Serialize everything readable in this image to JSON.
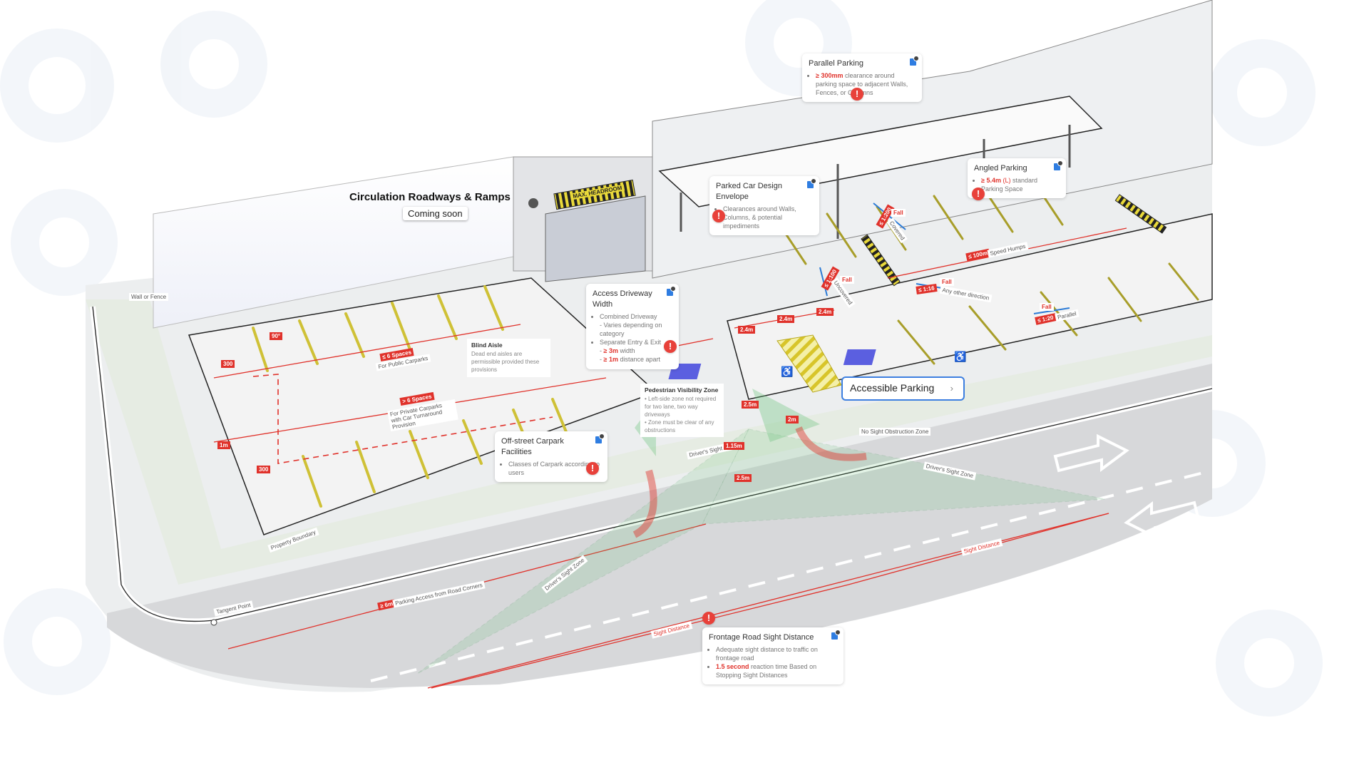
{
  "header": {
    "title": "Circulation Roadways & Ramps",
    "badge": "Coming soon"
  },
  "cards": {
    "parallel_parking": {
      "title": "Parallel Parking",
      "bullet_highlight": "≥ 300mm",
      "bullet_text": " clearance around parking space to adjacent Walls, Fences, or Columns"
    },
    "parked_car_envelope": {
      "title": "Parked Car Design Envelope",
      "bullet_text": "Clearances around Walls, Columns, & potential impediments"
    },
    "angled_parking": {
      "title": "Angled Parking",
      "bullet_highlight": "≥ 5.4m",
      "bullet_highlight2": " (L)",
      "bullet_text": " standard Parking Space"
    },
    "access_driveway": {
      "title": "Access Driveway Width",
      "b1": "Combined Driveway",
      "b1_sub": "- Varies depending on category",
      "b2": "Separate Entry & Exit",
      "b2_sub1_hl": "≥ 3m",
      "b2_sub1": " width",
      "b2_sub2_hl": "≥ 1m",
      "b2_sub2": " distance apart"
    },
    "offstreet_facilities": {
      "title": "Off-street Carpark Facilities",
      "bullet_text": "Classes of Carpark according to users"
    },
    "frontage_sight": {
      "title": "Frontage Road Sight Distance",
      "b1": "Adequate sight distance to traffic on frontage road",
      "b2_hl": "1.5 second",
      "b2": " reaction time Based on Stopping Sight Distances"
    }
  },
  "notes": {
    "blind_aisle": {
      "title": "Blind Aisle",
      "text": "Dead end aisles are permissible provided these provisions"
    },
    "pedestrian_zone": {
      "title": "Pedestrian Visibility Zone",
      "b1": "Left-side zone not required for two lane, two way driveways",
      "b2": "Zone must be clear of any obstructions"
    }
  },
  "accessible_button": {
    "label": "Accessible Parking",
    "chevron": "›"
  },
  "labels": {
    "wall_fence": "Wall or Fence",
    "public_tag": "≤ 6 Spaces",
    "public_text": "For Public Carparks",
    "private_tag": "> 6 Spaces",
    "private_text": "For Private Carparks with Car Turnaround Provision",
    "angle90": "90°",
    "d300a": "300",
    "d300b": "300",
    "d1m": "1m",
    "property_boundary": "Property Boundary",
    "tangent_point": "Tangent Point",
    "parking_access_tag": "≥ 6m",
    "parking_access_text": "Parking Access from Road Corners",
    "sight_distance_left": "Sight Distance",
    "sight_distance_right": "Sight Distance",
    "drivers_sight_zone_left": "Driver's Sight Zone",
    "drivers_sight_zone_right": "Driver's Sight Zone",
    "drivers_sight_ht": "Driver's Sight Ht",
    "h115": "1.15m",
    "h25a": "2.5m",
    "h25b": "2.5m",
    "d2m": "2m",
    "no_obstruction": "No Sight Obstruction Zone",
    "w24a": "2.4m",
    "w24b": "2.4m",
    "w24c": "2.4m",
    "covered_tag": "≤ 1:200",
    "covered_fall": "Fall",
    "covered_text": "Covered",
    "uncovered_tag": "≤ 1:100",
    "uncovered_fall": "Fall",
    "uncovered_text": "Uncovered",
    "speed_tag": "≤ 100m",
    "speed_text": "Speed Humps",
    "other_tag": "≤ 1:16",
    "other_fall": "Fall",
    "other_text": "Any other direction",
    "parallel_tag": "≤ 1:20",
    "parallel_fall": "Fall",
    "parallel_text": "Parallel",
    "max_headroom": "MAX. HEADROOM"
  },
  "icons": {
    "alert": "!",
    "doc_badge": "document-link-icon",
    "wheelchair": "♿"
  },
  "colors": {
    "accent_red": "#e0322b",
    "alert_red": "#e8413a",
    "link_blue": "#3d7fe0",
    "line_yellow": "#e5d23a",
    "accessible_blue": "#5b5fe0",
    "sight_green": "#6ac27a",
    "fall_blue": "#2c7bd6"
  }
}
